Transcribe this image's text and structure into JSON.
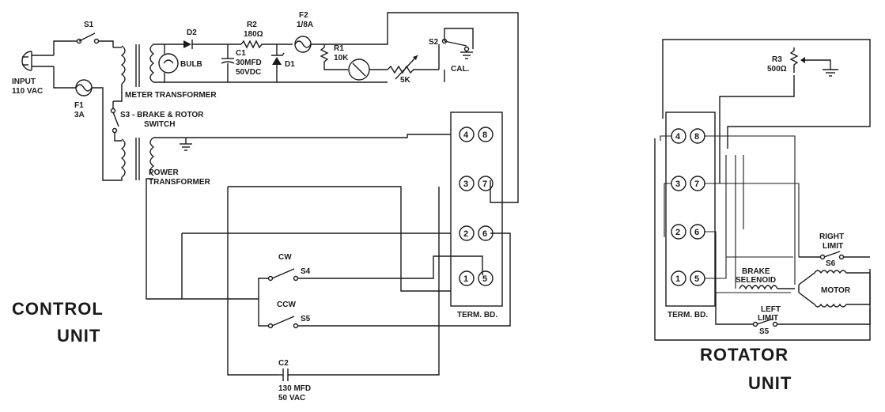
{
  "control_unit": {
    "title_line1": "CONTROL",
    "title_line2": "UNIT",
    "input_label": "INPUT",
    "input_voltage": "110 VAC",
    "s1": "S1",
    "f1": "F1",
    "f1_rating": "3A",
    "d2": "D2",
    "bulb": "BULB",
    "r2": "R2",
    "r2_value": "180Ω",
    "f2": "F2",
    "f2_rating": "1/8A",
    "c1": "C1",
    "c1_value1": "30MFD",
    "c1_value2": "50VDC",
    "d1": "D1",
    "r1": "R1",
    "r1_value": "10K",
    "pot_value": "5K",
    "s2": "S2",
    "cal": "CAL.",
    "meter_transformer": "METER TRANSFORMER",
    "s3_line1": "S3 - BRAKE & ROTOR",
    "s3_line2": "SWITCH",
    "power_transformer1": "POWER",
    "power_transformer2": "TRANSFORMER",
    "cw": "CW",
    "s4": "S4",
    "ccw": "CCW",
    "s5": "S5",
    "c2": "C2",
    "c2_value1": "130 MFD",
    "c2_value2": "50 VAC",
    "term_bd": "TERM. BD.",
    "terminals": [
      "4",
      "8",
      "3",
      "7",
      "2",
      "6",
      "1",
      "5"
    ]
  },
  "rotator_unit": {
    "title_line1": "ROTATOR",
    "title_line2": "UNIT",
    "r3": "R3",
    "r3_value": "500Ω",
    "right_limit1": "RIGHT",
    "right_limit2": "LIMIT",
    "s6": "S6",
    "brake1": "BRAKE",
    "brake2": "SELENOID",
    "motor": "MOTOR",
    "left_limit1": "LEFT",
    "left_limit2": "LIMIT",
    "s5": "S5",
    "term_bd": "TERM. BD.",
    "terminals": [
      "4",
      "8",
      "3",
      "7",
      "2",
      "6",
      "1",
      "5"
    ]
  }
}
